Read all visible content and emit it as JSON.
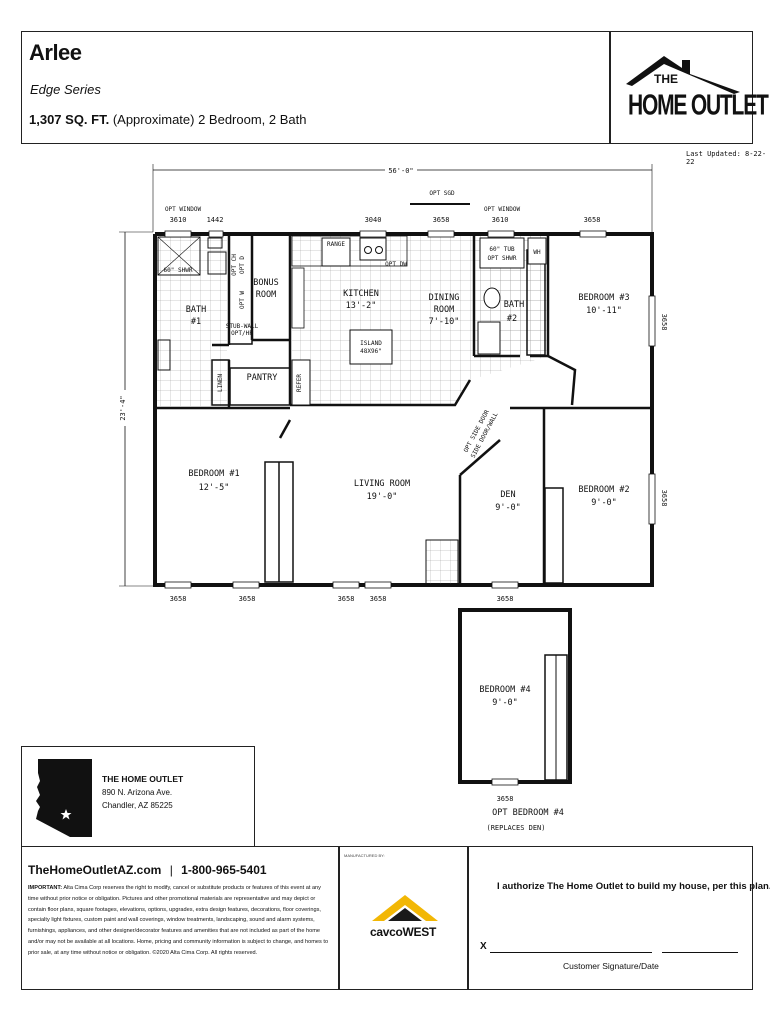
{
  "header": {
    "title": "Arlee",
    "series": "Edge Series",
    "sqft_bold": "1,307 SQ. FT.",
    "sqft_rest": "(Approximate) 2 Bedroom, 2 Bath",
    "logo_line1": "THE",
    "logo_line2": "HOME OUTLET",
    "last_updated": "Last Updated: 8-22-22"
  },
  "plan": {
    "overall_width": "56'-0\"",
    "overall_depth": "23'-4\"",
    "top_labels": {
      "opt_window_left": "OPT WINDOW",
      "opt_sgd": "OPT SGD",
      "opt_window_right": "OPT WINDOW"
    },
    "window_sizes_top": [
      "3610",
      "1442",
      "3040",
      "3658",
      "3610",
      "3658"
    ],
    "window_sizes_bottom": [
      "3658",
      "3658",
      "3658",
      "3658",
      "3658"
    ],
    "window_sizes_right": [
      "3658",
      "3658"
    ],
    "window_size_bedroom4": "3658",
    "rooms": {
      "bath1": "BATH",
      "bath1_num": "#1",
      "bonus": "BONUS",
      "bonus_2": "ROOM",
      "kitchen": "KITCHEN",
      "kitchen_size": "13'-2\"",
      "dining": "DINING",
      "dining_2": "ROOM",
      "dining_size": "7'-10\"",
      "bath2": "BATH",
      "bath2_num": "#2",
      "bedroom3": "BEDROOM #3",
      "bedroom3_size": "10'-11\"",
      "bedroom1": "BEDROOM #1",
      "bedroom1_size": "12'-5\"",
      "living": "LIVING ROOM",
      "living_size": "19'-0\"",
      "den": "DEN",
      "den_size": "9'-0\"",
      "bedroom2": "BEDROOM #2",
      "bedroom2_size": "9'-0\"",
      "pantry": "PANTRY",
      "bedroom4": "BEDROOM #4",
      "bedroom4_size": "9'-0\""
    },
    "fixtures": {
      "shower": "60\" SHWR",
      "tub": "60\" TUB",
      "tub2": "OPT SHWR",
      "range": "RANGE",
      "opt_dw": "OPT DW",
      "island": "ISLAND",
      "island_size": "48X96\"",
      "refer": "REFER",
      "linen": "LINEN",
      "wh": "WH",
      "opt_ch": "OPT CH",
      "opt_w": "OPT W",
      "opt_d": "OPT D",
      "opt_wall": "STUB-WALL",
      "opt_wall_2": "OPT/HP",
      "sgd_den": "OPT SIDE DOOR",
      "sgd_den_2": "SIDE DOOR/WALL"
    },
    "opt_bedroom4": "OPT BEDROOM #4",
    "replaces": "(REPLACES DEN)"
  },
  "address": {
    "name": "THE HOME OUTLET",
    "street": "890 N. Arizona Ave.",
    "city": "Chandler, AZ 85225"
  },
  "footer": {
    "website": "TheHomeOutletAZ.com",
    "phone": "1-800-965-5401",
    "important": "IMPORTANT:",
    "legal": "Alta Cima Corp reserves the right to modify, cancel or substitute products or features of this event at any time without prior notice or obligation. Pictures and other promotional materials are representative and may depict or contain floor plans, square footages, elevations, options, upgrades, extra design features, decorations, floor coverings, specialty light fixtures, custom paint and wall coverings, window treatments, landscaping, sound and alarm systems, furnishings, appliances, and other designer/decorator features and amenities that are not included as part of the home and/or may not be available at all locations. Home, pricing and community information is subject to change, and homes to prior sale, at any time without notice or obligation. ©2020 Alta Cima Corp. All rights reserved.",
    "manufactured_by": "MANUFACTURED BY:",
    "cavco": "cavcoWEST",
    "authorize": "I authorize The Home Outlet to build my house, per this plan.",
    "x_mark": "X",
    "signature_label": "Customer Signature/Date"
  },
  "colors": {
    "ink": "#111111",
    "cavco_gold": "#f2b705",
    "cavco_dark": "#1a1a1a"
  }
}
